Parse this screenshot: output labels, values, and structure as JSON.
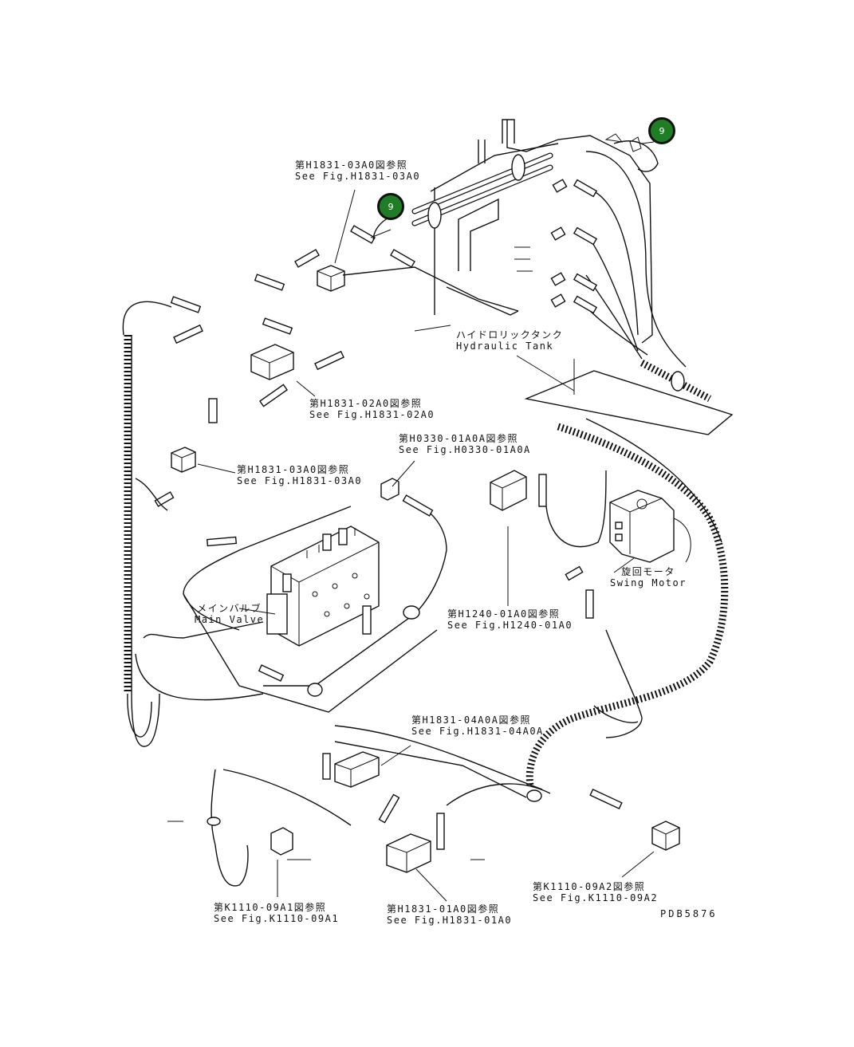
{
  "badge_color": "#1e7d25",
  "callouts": [
    {
      "id": "c1",
      "jp": "第H1831-03A0図参照",
      "en": "See Fig.H1831-03A0"
    },
    {
      "id": "c2",
      "jp": "第H1831-02A0図参照",
      "en": "See Fig.H1831-02A0"
    },
    {
      "id": "c3",
      "jp": "第H1831-03A0図参照",
      "en": "See Fig.H1831-03A0"
    },
    {
      "id": "c4",
      "jp": "第H0330-01A0A図参照",
      "en": "See Fig.H0330-01A0A"
    },
    {
      "id": "c5",
      "jp": "第H1240-01A0図参照",
      "en": "See Fig.H1240-01A0"
    },
    {
      "id": "c6",
      "jp": "第H1831-04A0A図参照",
      "en": "See Fig.H1831-04A0A"
    },
    {
      "id": "c7",
      "jp": "第K1110-09A2図参照",
      "en": "See Fig.K1110-09A2"
    },
    {
      "id": "c8",
      "jp": "第K1110-09A1図参照",
      "en": "See Fig.K1110-09A1"
    },
    {
      "id": "c9",
      "jp": "第H1831-01A0図参照",
      "en": "See Fig.H1831-01A0"
    }
  ],
  "components": {
    "hydraulic_tank": {
      "jp": "ハイドロリックタンク",
      "en": "Hydraulic Tank"
    },
    "main_valve": {
      "jp": "メインバルブ",
      "en": "Main Valve"
    },
    "swing_motor": {
      "jp": "旋回モータ",
      "en": "Swing Motor"
    }
  },
  "badges": [
    {
      "label": "9"
    },
    {
      "label": "9"
    }
  ],
  "drawing_id": "PDB5876"
}
